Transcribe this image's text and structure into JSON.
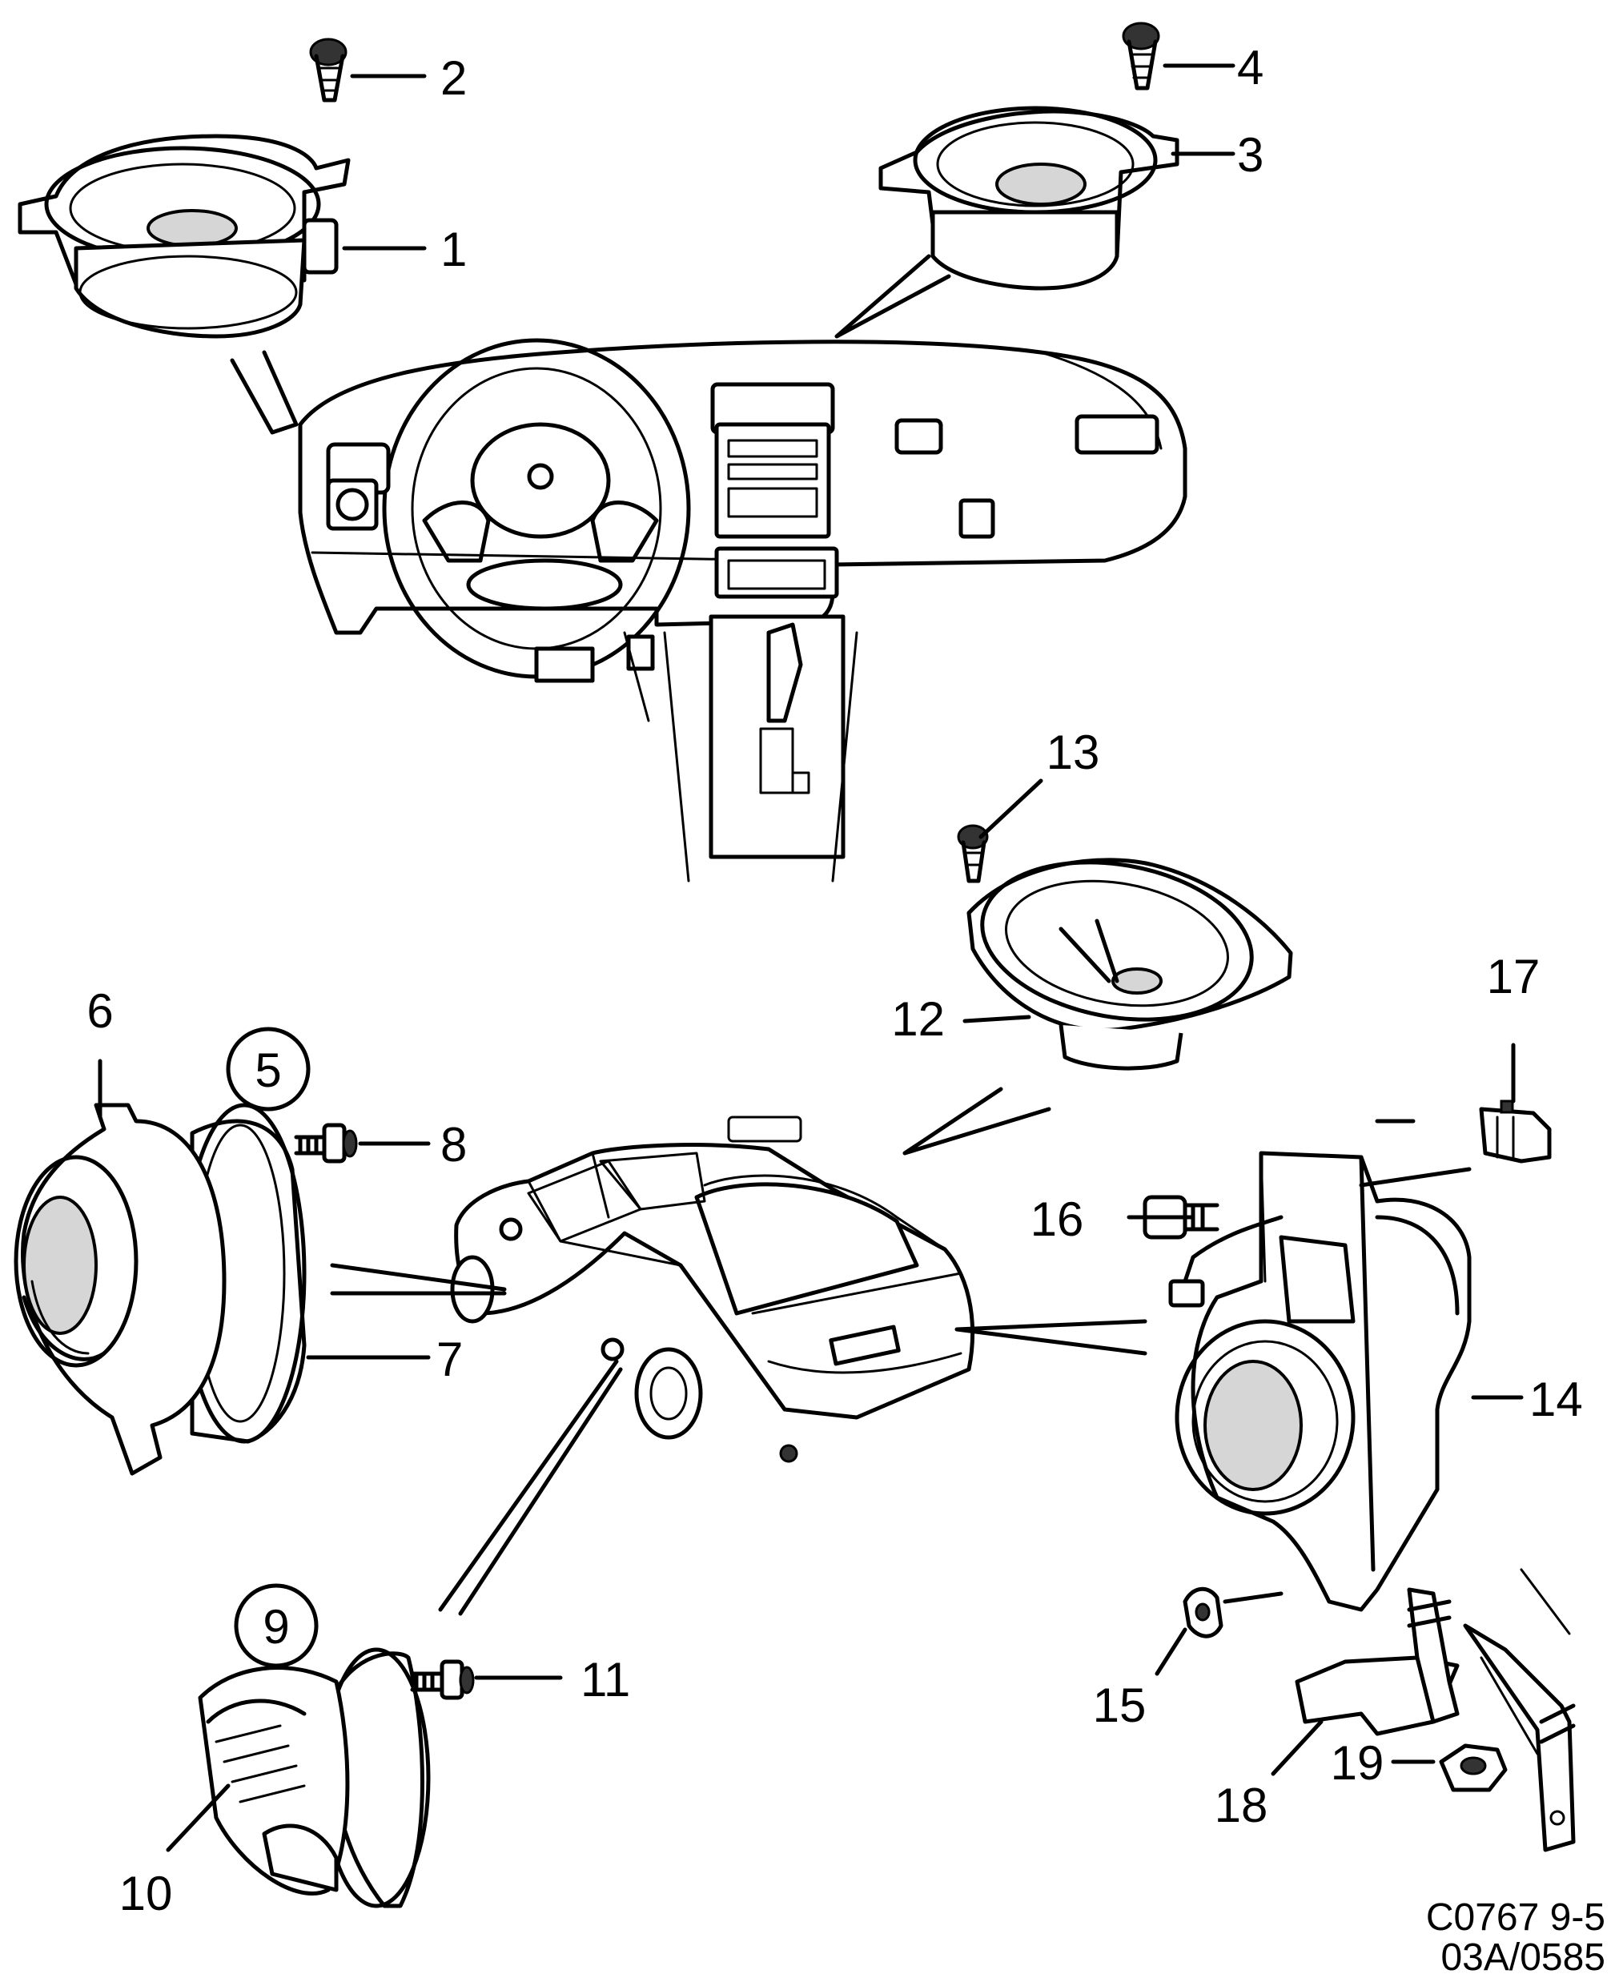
{
  "labels": {
    "p1": "1",
    "p2": "2",
    "p3": "3",
    "p4": "4",
    "p5": "5",
    "p6": "6",
    "p7": "7",
    "p8": "8",
    "p9": "9",
    "p10": "10",
    "p11": "11",
    "p12": "12",
    "p13": "13",
    "p14": "14",
    "p15": "15",
    "p16": "16",
    "p17": "17",
    "p18": "18",
    "p19": "19"
  },
  "reference": {
    "line1": "C0767 9-5",
    "line2": "03A/0585"
  }
}
